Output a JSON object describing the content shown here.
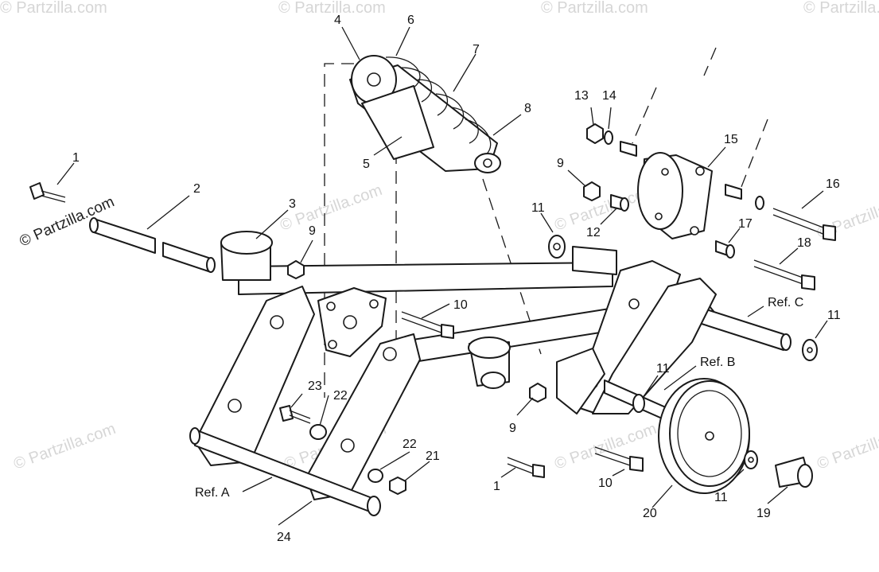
{
  "watermark": {
    "main": "© Partzilla.com",
    "repeat": "© Partzilla.com"
  },
  "callouts": {
    "c1a": "1",
    "c2": "2",
    "c3": "3",
    "c4": "4",
    "c5": "5",
    "c6": "6",
    "c7": "7",
    "c8": "8",
    "c9a": "9",
    "c9b": "9",
    "c9c": "9",
    "c10a": "10",
    "c10b": "10",
    "c11a": "11",
    "c11b": "11",
    "c11c": "11",
    "c11d": "11",
    "c12": "12",
    "c13": "13",
    "c14": "14",
    "c15": "15",
    "c16": "16",
    "c17": "17",
    "c18": "18",
    "c19": "19",
    "c20": "20",
    "c21": "21",
    "c22a": "22",
    "c22b": "22",
    "c23": "23",
    "c24": "24",
    "c1b": "1"
  },
  "references": {
    "ref_a": "Ref. A",
    "ref_b": "Ref. B",
    "ref_c": "Ref. C"
  },
  "colors": {
    "line": "#1a1a1a",
    "background": "#ffffff",
    "watermark": "#b5b5b5"
  }
}
